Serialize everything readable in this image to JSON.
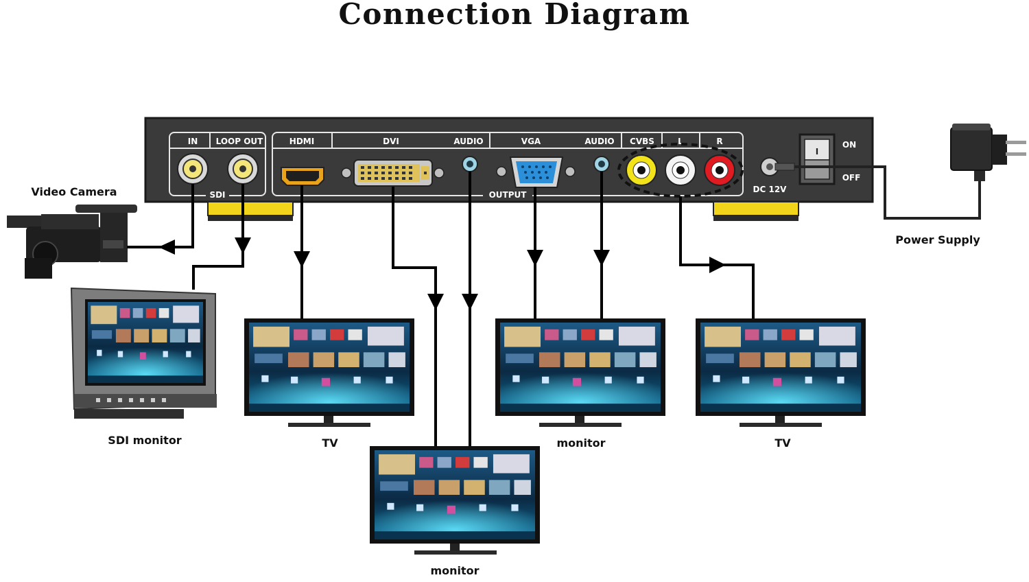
{
  "title": "Connection Diagram",
  "panel": {
    "sdi_in": "IN",
    "sdi_loop_out": "LOOP OUT",
    "sdi": "SDI",
    "hdmi": "HDMI",
    "dvi": "DVI",
    "audio_1": "AUDIO",
    "vga": "VGA",
    "audio_2": "AUDIO",
    "cvbs": "CVBS",
    "left": "L",
    "right": "R",
    "output": "OUTPUT",
    "dc": "DC 12V",
    "on": "ON",
    "off": "OFF",
    "switch_mark": "I"
  },
  "devices": {
    "video_camera": "Video Camera",
    "power_supply": "Power Supply",
    "sdi_monitor": "SDI monitor",
    "tv_hdmi": "TV",
    "monitor_dvi": "monitor",
    "monitor_vga": "monitor",
    "tv_cvbs": "TV"
  },
  "colors": {
    "panel": "#3a3a3a",
    "panel_line": "#e8e8e8",
    "tab": "#f2d51b",
    "rca_yellow": "#f2e31b",
    "rca_white": "#f4f4f4",
    "rca_red": "#e11b22",
    "vga_blue": "#2b8fd9",
    "screen_dark": "#0b2a44",
    "screen_glow": "#2fc6e8"
  }
}
